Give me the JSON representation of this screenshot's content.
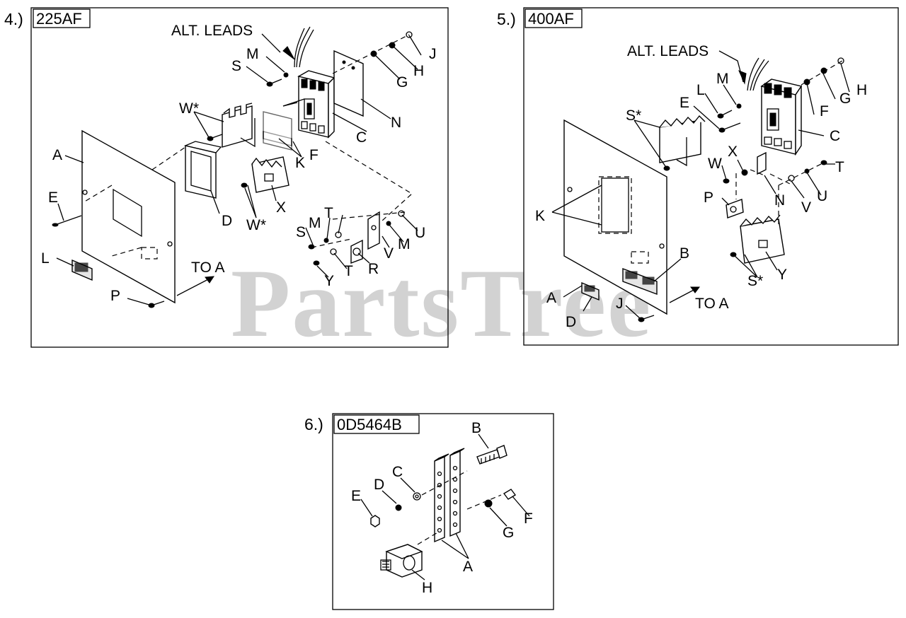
{
  "watermark": "PartsTree",
  "panels": [
    {
      "number": "4.)",
      "code": "225AF",
      "labels": {
        "alt_leads": "ALT. LEADS",
        "M_top": "M",
        "S_top": "S",
        "J": "J",
        "H": "H",
        "G": "G",
        "W_top": "W*",
        "A": "A",
        "E": "E",
        "N": "N",
        "C": "C",
        "K": "K",
        "F": "F",
        "D": "D",
        "X": "X",
        "W_bottom": "W*",
        "L": "L",
        "P": "P",
        "to_a": "TO A",
        "S_low": "S",
        "M_low": "M",
        "T_top": "T",
        "U": "U",
        "M_right": "M",
        "V": "V",
        "T_low": "T",
        "R": "R",
        "Y": "Y"
      }
    },
    {
      "number": "5.)",
      "code": "400AF",
      "labels": {
        "alt_leads": "ALT. LEADS",
        "M": "M",
        "L": "L",
        "E": "E",
        "S_top": "S*",
        "F": "F",
        "G": "G",
        "H": "H",
        "C": "C",
        "X": "X",
        "W": "W",
        "T": "T",
        "U": "U",
        "V": "V",
        "N": "N",
        "P": "P",
        "K": "K",
        "B": "B",
        "Y": "Y",
        "S_bottom": "S*",
        "A": "A",
        "J": "J",
        "D": "D",
        "to_a": "TO A"
      }
    },
    {
      "number": "6.)",
      "code": "0D5464B",
      "labels": {
        "B": "B",
        "C": "C",
        "D": "D",
        "E": "E",
        "F": "F",
        "G": "G",
        "A": "A",
        "H": "H"
      }
    }
  ]
}
